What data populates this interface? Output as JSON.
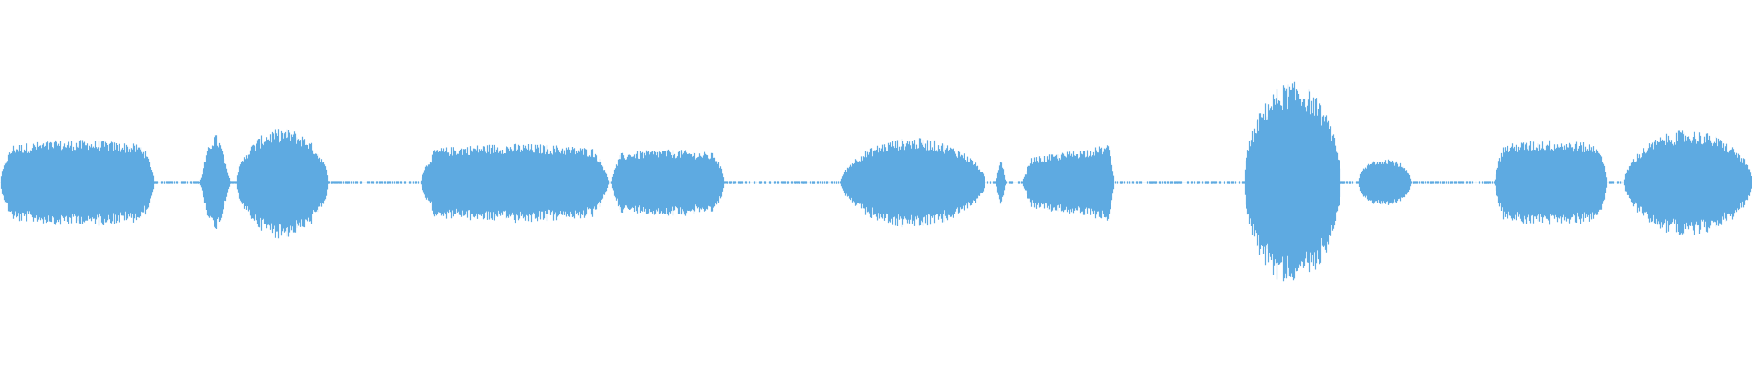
{
  "waveform": {
    "color": "#5eaae1",
    "background": "#ffffff",
    "segments": [
      {
        "start": 0.0,
        "end": 0.088,
        "peak": 0.22,
        "shape": "plateau"
      },
      {
        "start": 0.113,
        "end": 0.132,
        "peak": 0.25,
        "shape": "spike"
      },
      {
        "start": 0.135,
        "end": 0.187,
        "peak": 0.28,
        "shape": "hump"
      },
      {
        "start": 0.24,
        "end": 0.347,
        "peak": 0.2,
        "shape": "plateau"
      },
      {
        "start": 0.349,
        "end": 0.413,
        "peak": 0.17,
        "shape": "plateau"
      },
      {
        "start": 0.48,
        "end": 0.562,
        "peak": 0.23,
        "shape": "hump"
      },
      {
        "start": 0.568,
        "end": 0.574,
        "peak": 0.12,
        "shape": "spike"
      },
      {
        "start": 0.583,
        "end": 0.636,
        "peak": 0.2,
        "shape": "rise"
      },
      {
        "start": 0.71,
        "end": 0.765,
        "peak": 0.52,
        "shape": "hump"
      },
      {
        "start": 0.775,
        "end": 0.805,
        "peak": 0.13,
        "shape": "hump"
      },
      {
        "start": 0.853,
        "end": 0.917,
        "peak": 0.22,
        "shape": "plateau"
      },
      {
        "start": 0.927,
        "end": 1.0,
        "peak": 0.27,
        "shape": "hump"
      }
    ],
    "noise_floor": 0.008
  }
}
